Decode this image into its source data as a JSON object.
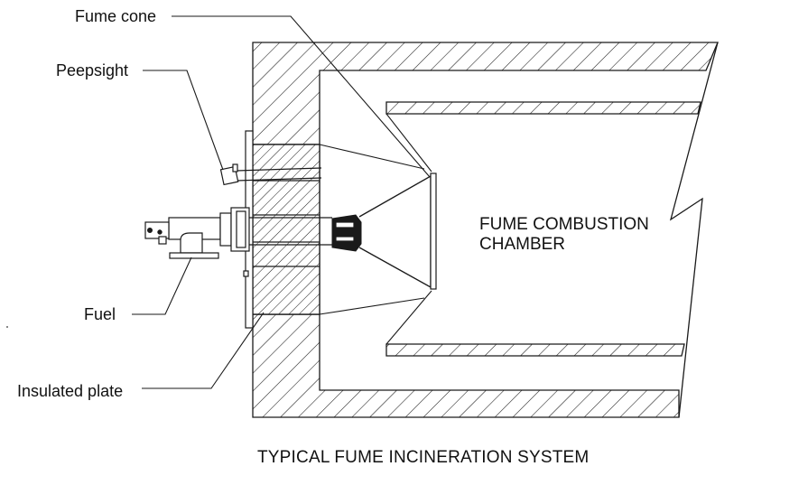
{
  "labels": {
    "fume_cone": "Fume cone",
    "peepsight": "Peepsight",
    "fuel": "Fuel",
    "insulated_plate": "Insulated plate",
    "chamber_line1": "FUME COMBUSTION",
    "chamber_line2": "CHAMBER"
  },
  "caption": "TYPICAL FUME INCINERATION SYSTEM"
}
